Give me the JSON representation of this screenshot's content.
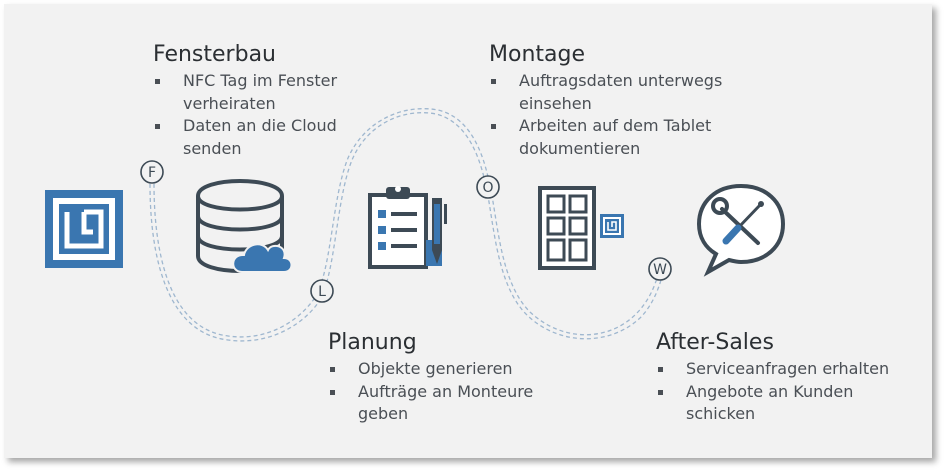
{
  "sections": {
    "fensterbau": {
      "title": "Fensterbau",
      "items": [
        "NFC Tag im Fenster verheiraten",
        "Daten an die Cloud senden"
      ]
    },
    "montage": {
      "title": "Montage",
      "items": [
        "Auftragsdaten unterwegs einsehen",
        "Arbeiten auf dem Tablet dokumentieren"
      ]
    },
    "planung": {
      "title": "Planung",
      "items": [
        "Objekte generieren",
        "Aufträge an Monteure geben"
      ]
    },
    "aftersales": {
      "title": "After-Sales",
      "items": [
        "Serviceanfragen erhalten",
        "Angebote an Kunden schicken"
      ]
    }
  },
  "markers": {
    "f": "F",
    "l": "L",
    "o": "O",
    "w": "W"
  },
  "icons": {
    "nfc": "nfc-tag-icon",
    "database": "cloud-database-icon",
    "clipboard": "clipboard-checklist-icon",
    "window": "window-nfc-icon",
    "service": "service-tools-icon"
  },
  "colors": {
    "blue": "#3a76b0",
    "dark": "#3d4a55",
    "path": "#9fb7cf"
  }
}
